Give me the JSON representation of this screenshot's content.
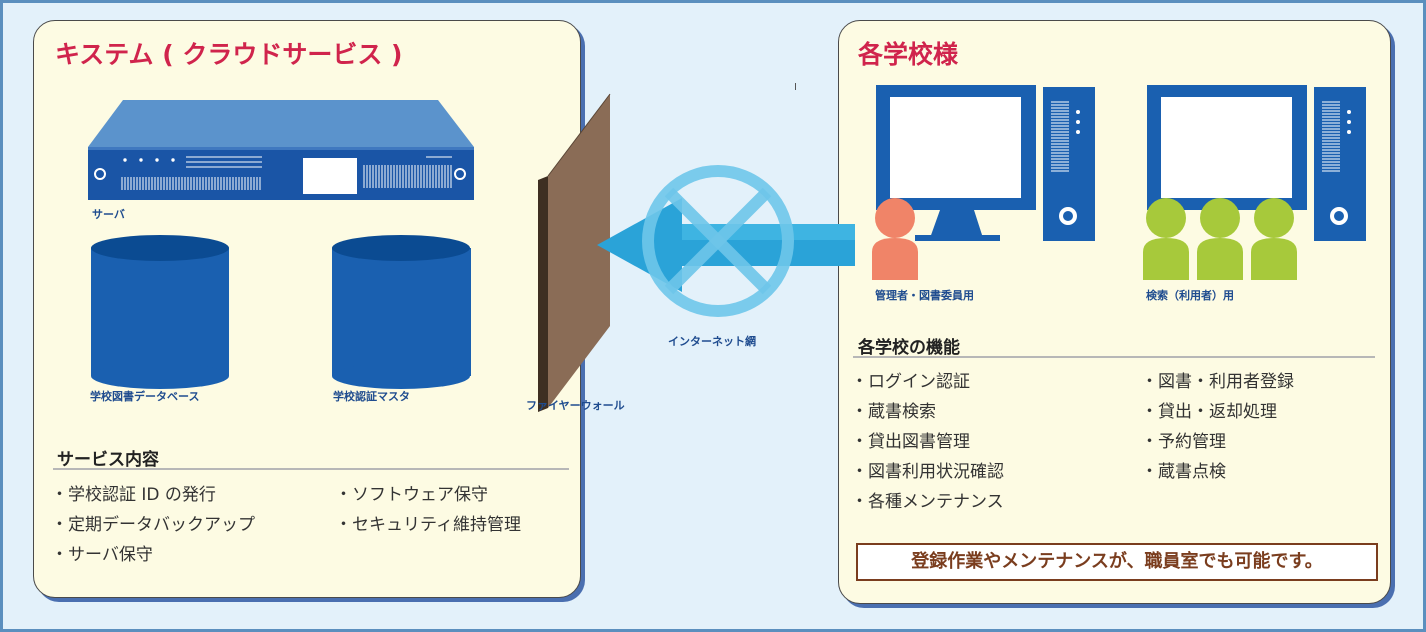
{
  "left_panel": {
    "title": "キステム ( クラウドサービス )",
    "server_label": "サーバ",
    "db1_label": "学校図書データベース",
    "db2_label": "学校認証マスタ",
    "services_heading": "サービス内容",
    "services_col1": [
      "・学校認証 ID の発行",
      "・定期データバックアップ",
      "・サーバ保守"
    ],
    "services_col2": [
      "・ソフトウェア保守",
      "・セキュリティ維持管理"
    ]
  },
  "middle": {
    "firewall_label": "ファイヤーウォール",
    "internet_label": "インターネット網"
  },
  "right_panel": {
    "title": "各学校様",
    "admin_label": "管理者・図書委員用",
    "search_label": "検索（利用者）用",
    "functions_heading": "各学校の機能",
    "functions_col1": [
      "・ログイン認証",
      "・蔵書検索",
      "・貸出図書管理",
      "・図書利用状況確認",
      "・各種メンテナンス"
    ],
    "functions_col2": [
      "・図書・利用者登録",
      "・貸出・返却処理",
      "・予約管理",
      "・蔵書点検"
    ],
    "callout": "登録作業やメンテナンスが、職員室でも可能です。"
  },
  "colors": {
    "title_red": "#d0244c",
    "server_blue": "#1a55a6",
    "db_blue": "#1a60b0",
    "firewall_brown": "#8a6c56",
    "arrow_blue": "#2aa3d8",
    "admin_orange": "#f08468",
    "user_green": "#a7c93b"
  }
}
